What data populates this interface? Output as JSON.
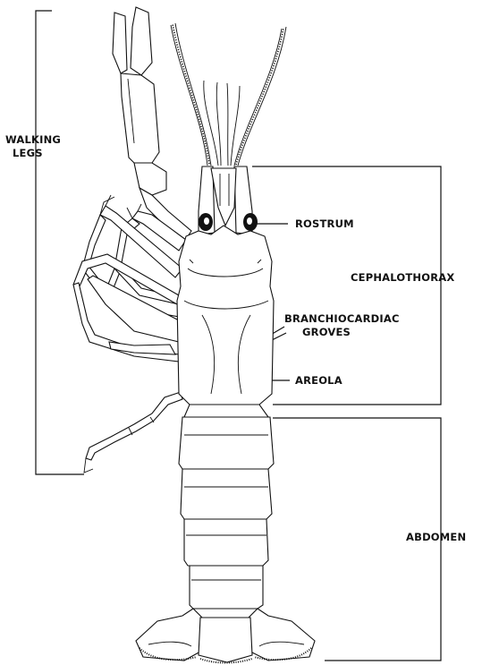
{
  "labels": {
    "walking_legs_line1": "WALKING",
    "walking_legs_line2": "LEGS",
    "rostrum": "ROSTRUM",
    "cephalothorax": "CEPHALOTHORAX",
    "branchiocardiac_line1": "BRANCHIOCARDIAC",
    "branchiocardiac_line2": "GROVES",
    "areola": "AREOLA",
    "abdomen": "ABDOMEN"
  }
}
